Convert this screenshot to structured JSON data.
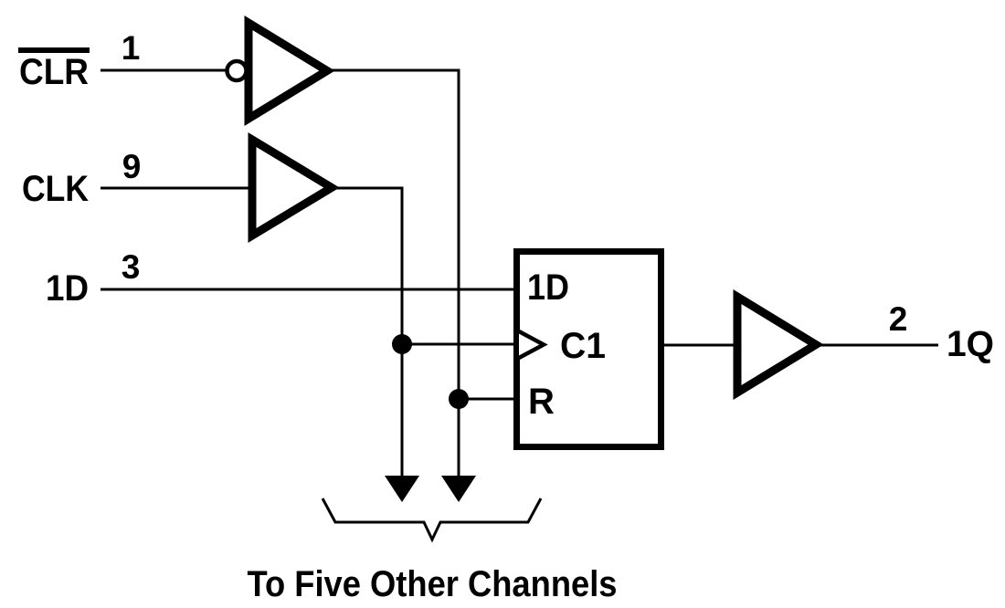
{
  "signals": {
    "clr": {
      "label": "CLR",
      "overline": true,
      "pin": "1"
    },
    "clk": {
      "label": "CLK",
      "overline": false,
      "pin": "9"
    },
    "d": {
      "label": "1D",
      "overline": false,
      "pin": "3"
    },
    "q": {
      "label": "1Q",
      "pin": "2"
    }
  },
  "flip_flop": {
    "data_input": "1D",
    "clock_input": "C1",
    "reset_input": "R"
  },
  "caption": "To Five Other Channels",
  "icons": {
    "clr_gate": "inverting-buffer-icon",
    "clk_gate": "buffer-icon",
    "output_gate": "buffer-icon",
    "clock_edge": "dynamic-input-wedge-icon",
    "branch_arrows": "down-arrow-icon",
    "group_marker": "underbrace-icon"
  },
  "colors": {
    "ink": "#000000",
    "background": "#ffffff"
  }
}
